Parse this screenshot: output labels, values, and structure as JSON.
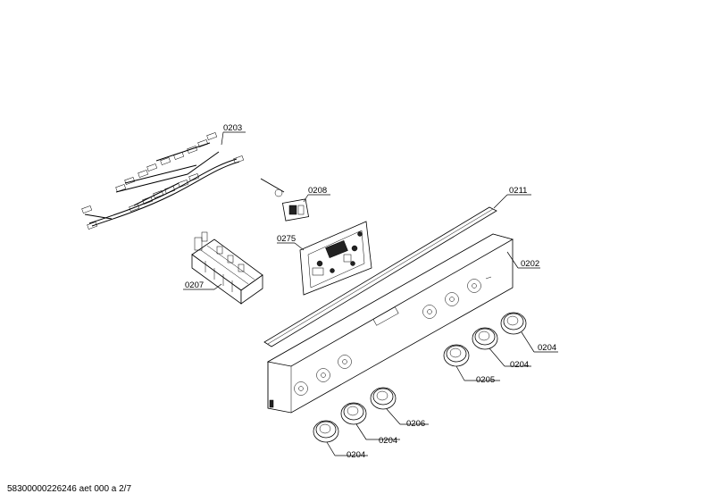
{
  "labels": {
    "p0203": "0203",
    "p0208": "0208",
    "p0211": "0211",
    "p0275": "0275",
    "p0202": "0202",
    "p0207": "0207",
    "p0204": "0204",
    "p0205": "0205",
    "p0206": "0206"
  },
  "footer": {
    "doc_id": "58300000226246 aet 000 a 2/7"
  }
}
